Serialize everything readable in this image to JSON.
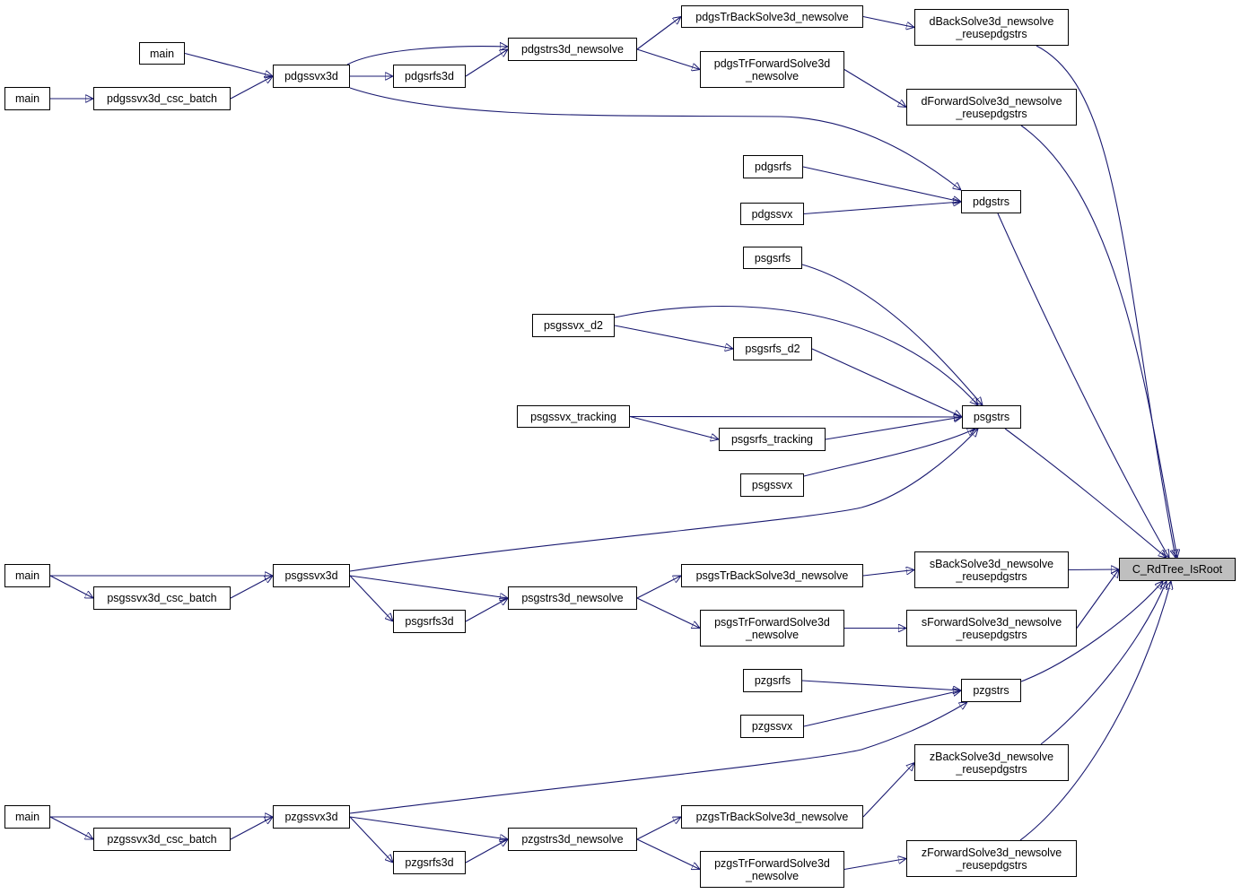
{
  "graph": {
    "nodes": [
      {
        "id": "root",
        "label": "C_RdTree_IsRoot",
        "root": true
      },
      {
        "id": "dBack",
        "label": "dBackSolve3d_newsolve\n_reusepdgstrs"
      },
      {
        "id": "dFwd",
        "label": "dForwardSolve3d_newsolve\n_reusepdgstrs"
      },
      {
        "id": "pdgstrs",
        "label": "pdgstrs"
      },
      {
        "id": "psgstrs",
        "label": "psgstrs"
      },
      {
        "id": "sBack",
        "label": "sBackSolve3d_newsolve\n_reusepdgstrs"
      },
      {
        "id": "sFwd",
        "label": "sForwardSolve3d_newsolve\n_reusepdgstrs"
      },
      {
        "id": "pzgstrs",
        "label": "pzgstrs"
      },
      {
        "id": "zBack",
        "label": "zBackSolve3d_newsolve\n_reusepdgstrs"
      },
      {
        "id": "zFwd",
        "label": "zForwardSolve3d_newsolve\n_reusepdgstrs"
      },
      {
        "id": "pdgsTrBack",
        "label": "pdgsTrBackSolve3d_newsolve"
      },
      {
        "id": "pdgsTrFwd",
        "label": "pdgsTrForwardSolve3d\n_newsolve"
      },
      {
        "id": "pdgstrs3d",
        "label": "pdgstrs3d_newsolve"
      },
      {
        "id": "pdgsrfs3d",
        "label": "pdgsrfs3d"
      },
      {
        "id": "pdgssvx3d",
        "label": "pdgssvx3d"
      },
      {
        "id": "main1",
        "label": "main"
      },
      {
        "id": "main2",
        "label": "main"
      },
      {
        "id": "pdgssvx3dcsc",
        "label": "pdgssvx3d_csc_batch"
      },
      {
        "id": "pdgsrfs",
        "label": "pdgsrfs"
      },
      {
        "id": "pdgssvx",
        "label": "pdgssvx"
      },
      {
        "id": "psgsrfs",
        "label": "psgsrfs"
      },
      {
        "id": "psgssvx_d2",
        "label": "psgssvx_d2"
      },
      {
        "id": "psgsrfs_d2",
        "label": "psgsrfs_d2"
      },
      {
        "id": "psgssvx_tracking",
        "label": "psgssvx_tracking"
      },
      {
        "id": "psgsrfs_tracking",
        "label": "psgsrfs_tracking"
      },
      {
        "id": "psgssvx",
        "label": "psgssvx"
      },
      {
        "id": "psgssvx3d",
        "label": "psgssvx3d"
      },
      {
        "id": "main3",
        "label": "main"
      },
      {
        "id": "psgssvx3dcsc",
        "label": "psgssvx3d_csc_batch"
      },
      {
        "id": "psgsTrBack",
        "label": "psgsTrBackSolve3d_newsolve"
      },
      {
        "id": "psgstrs3d",
        "label": "psgstrs3d_newsolve"
      },
      {
        "id": "psgsrfs3d",
        "label": "psgsrfs3d"
      },
      {
        "id": "psgsTrFwd",
        "label": "psgsTrForwardSolve3d\n_newsolve"
      },
      {
        "id": "pzgsrfs",
        "label": "pzgsrfs"
      },
      {
        "id": "pzgssvx",
        "label": "pzgssvx"
      },
      {
        "id": "pzgssvx3d",
        "label": "pzgssvx3d"
      },
      {
        "id": "main4",
        "label": "main"
      },
      {
        "id": "pzgssvx3dcsc",
        "label": "pzgssvx3d_csc_batch"
      },
      {
        "id": "pzgsTrBack",
        "label": "pzgsTrBackSolve3d_newsolve"
      },
      {
        "id": "pzgstrs3d",
        "label": "pzgstrs3d_newsolve"
      },
      {
        "id": "pzgsrfs3d",
        "label": "pzgsrfs3d"
      },
      {
        "id": "pzgsTrFwd",
        "label": "pzgsTrForwardSolve3d\n_newsolve"
      }
    ],
    "edges": [
      [
        "dBack",
        "root"
      ],
      [
        "dFwd",
        "root"
      ],
      [
        "pdgstrs",
        "root"
      ],
      [
        "psgstrs",
        "root"
      ],
      [
        "sBack",
        "root"
      ],
      [
        "sFwd",
        "root"
      ],
      [
        "pzgstrs",
        "root"
      ],
      [
        "zBack",
        "root"
      ],
      [
        "zFwd",
        "root"
      ],
      [
        "pdgsTrBack",
        "dBack"
      ],
      [
        "pdgsTrFwd",
        "dFwd"
      ],
      [
        "pdgstrs3d",
        "pdgsTrBack"
      ],
      [
        "pdgstrs3d",
        "pdgsTrFwd"
      ],
      [
        "pdgssvx3d",
        "pdgstrs3d"
      ],
      [
        "pdgsrfs3d",
        "pdgstrs3d"
      ],
      [
        "pdgssvx3d",
        "pdgsrfs3d"
      ],
      [
        "main1",
        "pdgssvx3d"
      ],
      [
        "pdgssvx3dcsc",
        "pdgssvx3d"
      ],
      [
        "main2",
        "pdgssvx3dcsc"
      ],
      [
        "pdgssvx3d",
        "pdgstrs"
      ],
      [
        "pdgsrfs",
        "pdgstrs"
      ],
      [
        "pdgssvx",
        "pdgstrs"
      ],
      [
        "psgsrfs",
        "psgstrs"
      ],
      [
        "psgssvx_d2",
        "psgstrs"
      ],
      [
        "psgssvx_d2",
        "psgsrfs_d2"
      ],
      [
        "psgsrfs_d2",
        "psgstrs"
      ],
      [
        "psgssvx_tracking",
        "psgstrs"
      ],
      [
        "psgssvx_tracking",
        "psgsrfs_tracking"
      ],
      [
        "psgsrfs_tracking",
        "psgstrs"
      ],
      [
        "psgssvx",
        "psgstrs"
      ],
      [
        "psgssvx3d",
        "psgstrs"
      ],
      [
        "main3",
        "psgssvx3d"
      ],
      [
        "main3",
        "psgssvx3dcsc"
      ],
      [
        "psgssvx3dcsc",
        "psgssvx3d"
      ],
      [
        "psgssvx3d",
        "psgstrs3d"
      ],
      [
        "psgssvx3d",
        "psgsrfs3d"
      ],
      [
        "psgsrfs3d",
        "psgstrs3d"
      ],
      [
        "psgstrs3d",
        "psgsTrBack"
      ],
      [
        "psgstrs3d",
        "psgsTrFwd"
      ],
      [
        "psgsTrBack",
        "sBack"
      ],
      [
        "psgsTrFwd",
        "sFwd"
      ],
      [
        "pzgsrfs",
        "pzgstrs"
      ],
      [
        "pzgssvx",
        "pzgstrs"
      ],
      [
        "pzgssvx3d",
        "pzgstrs"
      ],
      [
        "main4",
        "pzgssvx3d"
      ],
      [
        "main4",
        "pzgssvx3dcsc"
      ],
      [
        "pzgssvx3dcsc",
        "pzgssvx3d"
      ],
      [
        "pzgssvx3d",
        "pzgstrs3d"
      ],
      [
        "pzgssvx3d",
        "pzgsrfs3d"
      ],
      [
        "pzgsrfs3d",
        "pzgstrs3d"
      ],
      [
        "pzgstrs3d",
        "pzgsTrBack"
      ],
      [
        "pzgstrs3d",
        "pzgsTrFwd"
      ],
      [
        "pzgsTrBack",
        "zBack"
      ],
      [
        "pzgsTrFwd",
        "zFwd"
      ]
    ]
  },
  "colors": {
    "edge": "#191970",
    "node_border": "#000000",
    "root_fill": "#bfbfbf",
    "node_fill": "#ffffff"
  }
}
